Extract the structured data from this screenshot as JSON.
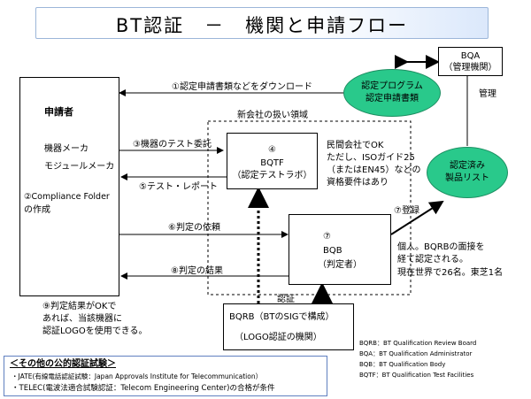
{
  "title": "BT認証　－　機関と申請フロー",
  "applicant": {
    "title": "申請者",
    "maker1": "機器メーカ",
    "maker2": "モジュールメーカ",
    "folder1": "②Compliance Folder",
    "folder2": "の作成"
  },
  "bqtf": {
    "num": "④",
    "name": "BQTF",
    "sub": "（認定テストラボ）"
  },
  "bqb": {
    "num": "⑦",
    "name": "BQB",
    "sub": "（判定者）"
  },
  "bqrb": {
    "line1": "BQRB（BTのSIGで構成）",
    "line2": "（LOGO認証の機関）"
  },
  "bqa": {
    "name": "BQA",
    "sub": "（管理機関）"
  },
  "program_ellipse": {
    "line1": "認定プログラム",
    "line2": "認定申請書類"
  },
  "product_ellipse": {
    "line1": "認定済み",
    "line2": "製品リスト"
  },
  "new_company_area": "新会社の扱い領域",
  "flows": {
    "step1": "①認定申請書類などをダウンロード",
    "step3": "③機器のテスト委託",
    "step5": "⑤テスト・レポート",
    "step6": "⑥判定の依頼",
    "step8": "⑧判定の結果",
    "step7": "⑦登録",
    "admin": "管理",
    "cert": "認証"
  },
  "bqtf_note": {
    "line1": "民間会社でOK",
    "line2": "ただし、ISOガイド25",
    "line3": "（またはEN45）などの",
    "line4": "資格要件はあり"
  },
  "bqb_note": {
    "line1": "個人。BQRBの面接を",
    "line2": "経て認定される。",
    "line3": "現在世界で26名。東芝1名"
  },
  "step9": {
    "line1": "⑨判定結果がOKで",
    "line2": "あれば、当該機器に",
    "line3": "認証LOGOを使用できる。"
  },
  "abbrev": {
    "bqrb": "BQRB：BT Qualification Review Board",
    "bqa": "BQA：BT Qualification Administrator",
    "bqb": "BQB：BT Qualification Body",
    "bqtf": "BQTF：BT Qualification Test  Facilities"
  },
  "other_tests": {
    "heading": "＜その他の公的認証試験＞",
    "jate": "・JATE(有線電話認証試験：Japan Approvals Institute for Telecommunication）",
    "telec": "・TELEC(電波法適合試験認証：Telecom Engineering Center)の合格が条件"
  },
  "colors": {
    "ellipse_fill": "#29c98b",
    "legend_border": "#6080c0",
    "title_gradient": "#dbe8fb"
  }
}
